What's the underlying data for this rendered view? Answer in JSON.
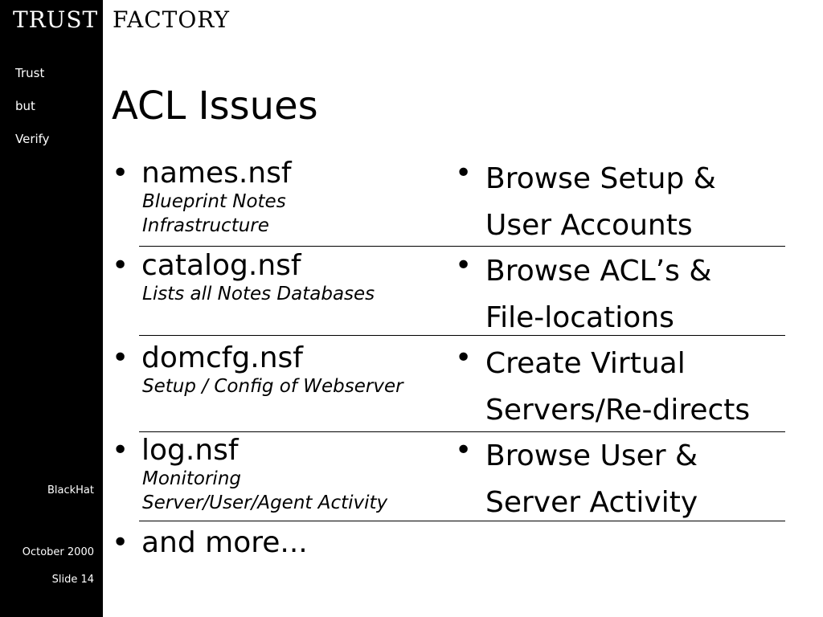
{
  "header": {
    "brand_left": "TRUST",
    "brand_right": "FACTORY"
  },
  "sidebar": {
    "motto": [
      "Trust",
      "but",
      "Verify"
    ],
    "event": "BlackHat",
    "date": "October 2000",
    "slide": "Slide 14"
  },
  "slide": {
    "title": "ACL Issues",
    "bullet_glyph": "•",
    "rows": [
      {
        "db": "names.nsf",
        "desc_lines": [
          "Blueprint Notes",
          "Infrastructure"
        ],
        "action_lines": [
          "Browse Setup &",
          "User Accounts"
        ]
      },
      {
        "db": "catalog.nsf",
        "desc_lines": [
          "Lists all Notes Databases"
        ],
        "action_lines": [
          "Browse ACL’s &",
          "File-locations"
        ]
      },
      {
        "db": "domcfg.nsf",
        "desc_lines": [
          "Setup / Config of Webserver"
        ],
        "action_lines": [
          "Create Virtual",
          "Servers/Re-directs"
        ]
      },
      {
        "db": "log.nsf",
        "desc_lines": [
          "Monitoring",
          "Server/User/Agent Activity"
        ],
        "action_lines": [
          "Browse User &",
          "Server Activity"
        ]
      }
    ],
    "final_item": "and more..."
  }
}
